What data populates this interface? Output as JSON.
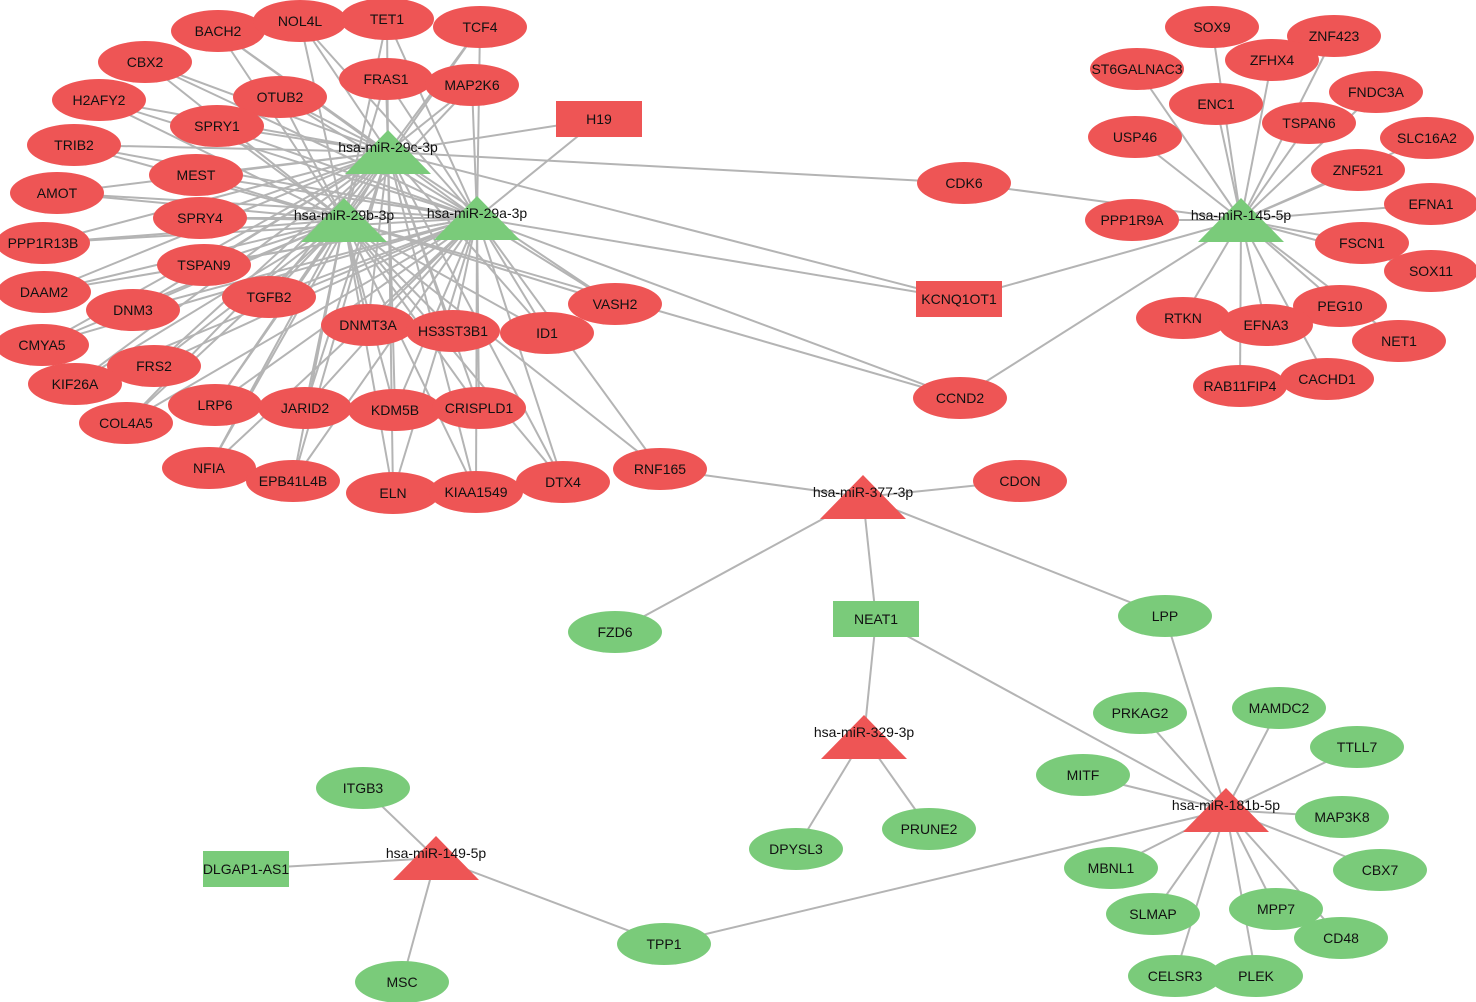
{
  "colors": {
    "up": "#ee5555",
    "down": "#7acb7a",
    "edge": "#b4b4b4",
    "text": "#111111"
  },
  "mirnas": [
    {
      "id": "m29c",
      "label": "hsa-miR-29c-3p",
      "group": "up"
    },
    {
      "id": "m29b",
      "label": "hsa-miR-29b-3p",
      "group": "up"
    },
    {
      "id": "m29a",
      "label": "hsa-miR-29a-3p",
      "group": "up"
    },
    {
      "id": "m145",
      "label": "hsa-miR-145-5p",
      "group": "up"
    },
    {
      "id": "m377",
      "label": "hsa-miR-377-3p",
      "group": "down"
    },
    {
      "id": "m329",
      "label": "hsa-miR-329-3p",
      "group": "down"
    },
    {
      "id": "m181",
      "label": "hsa-miR-181b-5p",
      "group": "down"
    },
    {
      "id": "m149",
      "label": "hsa-miR-149-5p",
      "group": "down"
    }
  ],
  "lncrnas": [
    {
      "id": "H19",
      "label": "H19",
      "group": "down"
    },
    {
      "id": "KCNQ1OT1",
      "label": "KCNQ1OT1",
      "group": "down"
    },
    {
      "id": "NEAT1",
      "label": "NEAT1",
      "group": "up"
    },
    {
      "id": "DLGAP1-AS1",
      "label": "DLGAP1-AS1",
      "group": "up"
    }
  ],
  "mrnas_down": [
    "BACH2",
    "NOL4L",
    "TET1",
    "TCF4",
    "CBX2",
    "FRAS1",
    "MAP2K6",
    "OTUB2",
    "H2AFY2",
    "SPRY1",
    "TRIB2",
    "MEST",
    "AMOT",
    "SPRY4",
    "PPP1R13B",
    "TSPAN9",
    "DAAM2",
    "TGFB2",
    "DNM3",
    "CMYA5",
    "DNMT3A",
    "HS3ST3B1",
    "ID1",
    "VASH2",
    "FRS2",
    "KIF26A",
    "LRP6",
    "JARID2",
    "KDM5B",
    "CRISPLD1",
    "COL4A5",
    "NFIA",
    "EPB41L4B",
    "ELN",
    "KIAA1549",
    "DTX4",
    "RNF165",
    "CDK6",
    "CCND2",
    "SOX9",
    "ZNF423",
    "ST6GALNAC3",
    "ZFHX4",
    "ENC1",
    "FNDC3A",
    "TSPAN6",
    "USP46",
    "SLC16A2",
    "ZNF521",
    "EFNA1",
    "PPP1R9A",
    "FSCN1",
    "SOX11",
    "PEG10",
    "RTKN",
    "EFNA3",
    "NET1",
    "RAB11FIP4",
    "CACHD1",
    "CDON"
  ],
  "mrnas_up": [
    "FZD6",
    "LPP",
    "PRKAG2",
    "MAMDC2",
    "TTLL7",
    "MITF",
    "MAP3K8",
    "MBNL1",
    "CBX7",
    "SLMAP",
    "MPP7",
    "CD48",
    "CELSR3",
    "PLEK",
    "PRUNE2",
    "DPYSL3",
    "ITGB3",
    "TPP1",
    "MSC"
  ],
  "edges": [
    [
      "m29c",
      "BACH2"
    ],
    [
      "m29c",
      "NOL4L"
    ],
    [
      "m29c",
      "TET1"
    ],
    [
      "m29c",
      "TCF4"
    ],
    [
      "m29c",
      "CBX2"
    ],
    [
      "m29c",
      "FRAS1"
    ],
    [
      "m29c",
      "MAP2K6"
    ],
    [
      "m29c",
      "OTUB2"
    ],
    [
      "m29c",
      "H2AFY2"
    ],
    [
      "m29c",
      "SPRY1"
    ],
    [
      "m29c",
      "TRIB2"
    ],
    [
      "m29c",
      "MEST"
    ],
    [
      "m29c",
      "AMOT"
    ],
    [
      "m29c",
      "SPRY4"
    ],
    [
      "m29c",
      "PPP1R13B"
    ],
    [
      "m29c",
      "TSPAN9"
    ],
    [
      "m29c",
      "DAAM2"
    ],
    [
      "m29c",
      "TGFB2"
    ],
    [
      "m29c",
      "DNM3"
    ],
    [
      "m29c",
      "CMYA5"
    ],
    [
      "m29c",
      "DNMT3A"
    ],
    [
      "m29c",
      "HS3ST3B1"
    ],
    [
      "m29c",
      "ID1"
    ],
    [
      "m29c",
      "FRS2"
    ],
    [
      "m29c",
      "KIF26A"
    ],
    [
      "m29c",
      "LRP6"
    ],
    [
      "m29c",
      "JARID2"
    ],
    [
      "m29c",
      "KDM5B"
    ],
    [
      "m29c",
      "CRISPLD1"
    ],
    [
      "m29c",
      "COL4A5"
    ],
    [
      "m29c",
      "NFIA"
    ],
    [
      "m29c",
      "EPB41L4B"
    ],
    [
      "m29c",
      "ELN"
    ],
    [
      "m29c",
      "KIAA1549"
    ],
    [
      "m29c",
      "DTX4"
    ],
    [
      "m29c",
      "H19"
    ],
    [
      "m29c",
      "CDK6"
    ],
    [
      "m29c",
      "KCNQ1OT1"
    ],
    [
      "m29c",
      "VASH2"
    ],
    [
      "m29b",
      "BACH2"
    ],
    [
      "m29b",
      "NOL4L"
    ],
    [
      "m29b",
      "TET1"
    ],
    [
      "m29b",
      "TCF4"
    ],
    [
      "m29b",
      "CBX2"
    ],
    [
      "m29b",
      "FRAS1"
    ],
    [
      "m29b",
      "MAP2K6"
    ],
    [
      "m29b",
      "OTUB2"
    ],
    [
      "m29b",
      "H2AFY2"
    ],
    [
      "m29b",
      "SPRY1"
    ],
    [
      "m29b",
      "TRIB2"
    ],
    [
      "m29b",
      "MEST"
    ],
    [
      "m29b",
      "AMOT"
    ],
    [
      "m29b",
      "SPRY4"
    ],
    [
      "m29b",
      "PPP1R13B"
    ],
    [
      "m29b",
      "TSPAN9"
    ],
    [
      "m29b",
      "DAAM2"
    ],
    [
      "m29b",
      "TGFB2"
    ],
    [
      "m29b",
      "DNM3"
    ],
    [
      "m29b",
      "CMYA5"
    ],
    [
      "m29b",
      "DNMT3A"
    ],
    [
      "m29b",
      "HS3ST3B1"
    ],
    [
      "m29b",
      "ID1"
    ],
    [
      "m29b",
      "VASH2"
    ],
    [
      "m29b",
      "FRS2"
    ],
    [
      "m29b",
      "KIF26A"
    ],
    [
      "m29b",
      "LRP6"
    ],
    [
      "m29b",
      "JARID2"
    ],
    [
      "m29b",
      "KDM5B"
    ],
    [
      "m29b",
      "CRISPLD1"
    ],
    [
      "m29b",
      "COL4A5"
    ],
    [
      "m29b",
      "NFIA"
    ],
    [
      "m29b",
      "EPB41L4B"
    ],
    [
      "m29b",
      "ELN"
    ],
    [
      "m29b",
      "KIAA1549"
    ],
    [
      "m29b",
      "DTX4"
    ],
    [
      "m29b",
      "CCND2"
    ],
    [
      "m29b",
      "RNF165"
    ],
    [
      "m29a",
      "BACH2"
    ],
    [
      "m29a",
      "NOL4L"
    ],
    [
      "m29a",
      "TET1"
    ],
    [
      "m29a",
      "TCF4"
    ],
    [
      "m29a",
      "CBX2"
    ],
    [
      "m29a",
      "FRAS1"
    ],
    [
      "m29a",
      "MAP2K6"
    ],
    [
      "m29a",
      "OTUB2"
    ],
    [
      "m29a",
      "H2AFY2"
    ],
    [
      "m29a",
      "SPRY1"
    ],
    [
      "m29a",
      "TRIB2"
    ],
    [
      "m29a",
      "MEST"
    ],
    [
      "m29a",
      "AMOT"
    ],
    [
      "m29a",
      "SPRY4"
    ],
    [
      "m29a",
      "PPP1R13B"
    ],
    [
      "m29a",
      "TSPAN9"
    ],
    [
      "m29a",
      "DAAM2"
    ],
    [
      "m29a",
      "TGFB2"
    ],
    [
      "m29a",
      "DNM3"
    ],
    [
      "m29a",
      "CMYA5"
    ],
    [
      "m29a",
      "DNMT3A"
    ],
    [
      "m29a",
      "HS3ST3B1"
    ],
    [
      "m29a",
      "ID1"
    ],
    [
      "m29a",
      "VASH2"
    ],
    [
      "m29a",
      "FRS2"
    ],
    [
      "m29a",
      "KIF26A"
    ],
    [
      "m29a",
      "LRP6"
    ],
    [
      "m29a",
      "JARID2"
    ],
    [
      "m29a",
      "KDM5B"
    ],
    [
      "m29a",
      "CRISPLD1"
    ],
    [
      "m29a",
      "COL4A5"
    ],
    [
      "m29a",
      "NFIA"
    ],
    [
      "m29a",
      "EPB41L4B"
    ],
    [
      "m29a",
      "ELN"
    ],
    [
      "m29a",
      "KIAA1549"
    ],
    [
      "m29a",
      "DTX4"
    ],
    [
      "m29a",
      "H19"
    ],
    [
      "m29a",
      "KCNQ1OT1"
    ],
    [
      "m29a",
      "CCND2"
    ],
    [
      "m29a",
      "RNF165"
    ],
    [
      "m145",
      "SOX9"
    ],
    [
      "m145",
      "ZNF423"
    ],
    [
      "m145",
      "ST6GALNAC3"
    ],
    [
      "m145",
      "ZFHX4"
    ],
    [
      "m145",
      "ENC1"
    ],
    [
      "m145",
      "FNDC3A"
    ],
    [
      "m145",
      "TSPAN6"
    ],
    [
      "m145",
      "USP46"
    ],
    [
      "m145",
      "SLC16A2"
    ],
    [
      "m145",
      "ZNF521"
    ],
    [
      "m145",
      "EFNA1"
    ],
    [
      "m145",
      "PPP1R9A"
    ],
    [
      "m145",
      "FSCN1"
    ],
    [
      "m145",
      "SOX11"
    ],
    [
      "m145",
      "PEG10"
    ],
    [
      "m145",
      "RTKN"
    ],
    [
      "m145",
      "EFNA3"
    ],
    [
      "m145",
      "NET1"
    ],
    [
      "m145",
      "RAB11FIP4"
    ],
    [
      "m145",
      "CACHD1"
    ],
    [
      "m145",
      "CDK6"
    ],
    [
      "m145",
      "KCNQ1OT1"
    ],
    [
      "m145",
      "CCND2"
    ],
    [
      "m377",
      "RNF165"
    ],
    [
      "m377",
      "CDON"
    ],
    [
      "m377",
      "FZD6"
    ],
    [
      "m377",
      "LPP"
    ],
    [
      "m377",
      "NEAT1"
    ],
    [
      "m329",
      "NEAT1"
    ],
    [
      "m329",
      "DPYSL3"
    ],
    [
      "m329",
      "PRUNE2"
    ],
    [
      "m181",
      "NEAT1"
    ],
    [
      "m181",
      "LPP"
    ],
    [
      "m181",
      "PRKAG2"
    ],
    [
      "m181",
      "MAMDC2"
    ],
    [
      "m181",
      "TTLL7"
    ],
    [
      "m181",
      "MITF"
    ],
    [
      "m181",
      "MAP3K8"
    ],
    [
      "m181",
      "MBNL1"
    ],
    [
      "m181",
      "CBX7"
    ],
    [
      "m181",
      "SLMAP"
    ],
    [
      "m181",
      "MPP7"
    ],
    [
      "m181",
      "CD48"
    ],
    [
      "m181",
      "CELSR3"
    ],
    [
      "m181",
      "PLEK"
    ],
    [
      "m181",
      "TPP1"
    ],
    [
      "m149",
      "ITGB3"
    ],
    [
      "m149",
      "DLGAP1-AS1"
    ],
    [
      "m149",
      "MSC"
    ],
    [
      "m149",
      "TPP1"
    ]
  ]
}
